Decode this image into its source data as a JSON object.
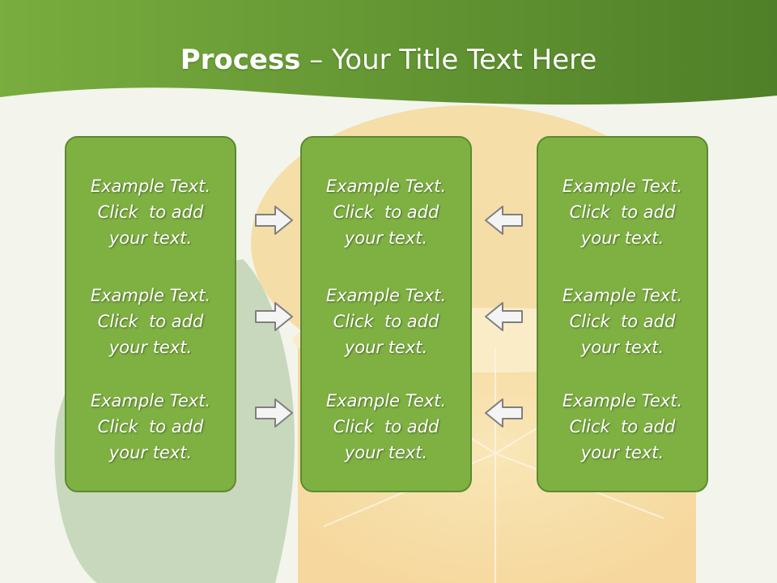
{
  "title": {
    "bold": "Process",
    "rest": " – Your Title Text Here"
  },
  "colors": {
    "header_green": "#5e9732",
    "box_green": "#7fb142",
    "box_border": "#5c8a30",
    "text": "#ffffff",
    "arrow_fill": "#f4f4f4",
    "arrow_stroke": "#7f7f7f"
  },
  "columns": [
    {
      "blocks": [
        {
          "line1": "Example Text.",
          "line2": "Click  to add",
          "line3": "your text."
        },
        {
          "line1": "Example Text.",
          "line2": "Click  to add",
          "line3": "your text."
        },
        {
          "line1": "Example Text.",
          "line2": "Click  to add",
          "line3": "your text."
        }
      ]
    },
    {
      "blocks": [
        {
          "line1": "Example Text.",
          "line2": "Click  to add",
          "line3": "your text."
        },
        {
          "line1": "Example Text.",
          "line2": "Click  to add",
          "line3": "your text."
        },
        {
          "line1": "Example Text.",
          "line2": "Click  to add",
          "line3": "your text."
        }
      ]
    },
    {
      "blocks": [
        {
          "line1": "Example Text.",
          "line2": "Click  to add",
          "line3": "your text."
        },
        {
          "line1": "Example Text.",
          "line2": "Click  to add",
          "line3": "your text."
        },
        {
          "line1": "Example Text.",
          "line2": "Click  to add",
          "line3": "your text."
        }
      ]
    }
  ],
  "icons": {
    "arrow_right": "arrow-right-icon",
    "arrow_left": "arrow-left-icon",
    "background": "orange-and-leaf-background"
  }
}
